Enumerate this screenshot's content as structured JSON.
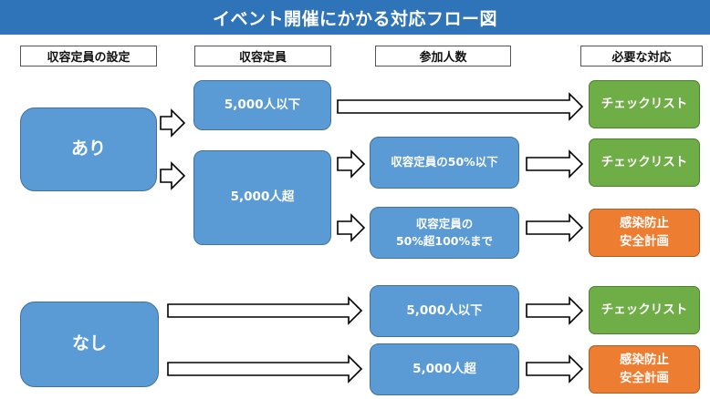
{
  "title": "イベント開催にかかる対応フロー図",
  "headers": {
    "capacity_setting": "収容定員の設定",
    "capacity": "収容定員",
    "participants": "参加人数",
    "response": "必要な対応"
  },
  "nodes": {
    "ari": "あり",
    "nashi": "なし",
    "cap_under_5000": "5,000人以下",
    "cap_over_5000": "5,000人超",
    "part_under_50": "収容定員の50%以下",
    "part_50_100": "収容定員の\n50%超100%まで",
    "nashi_under_5000": "5,000人以下",
    "nashi_over_5000": "5,000人超"
  },
  "responses": {
    "r1": "チェックリスト",
    "r2": "チェックリスト",
    "r3": "感染防止\n安全計画",
    "r4": "チェックリスト",
    "r5": "感染防止\n安全計画"
  },
  "colors": {
    "title_bar": "#2f73b8",
    "node_blue": "#5b9bd5",
    "checklist_green": "#6fad46",
    "plan_orange": "#ed7d31"
  }
}
